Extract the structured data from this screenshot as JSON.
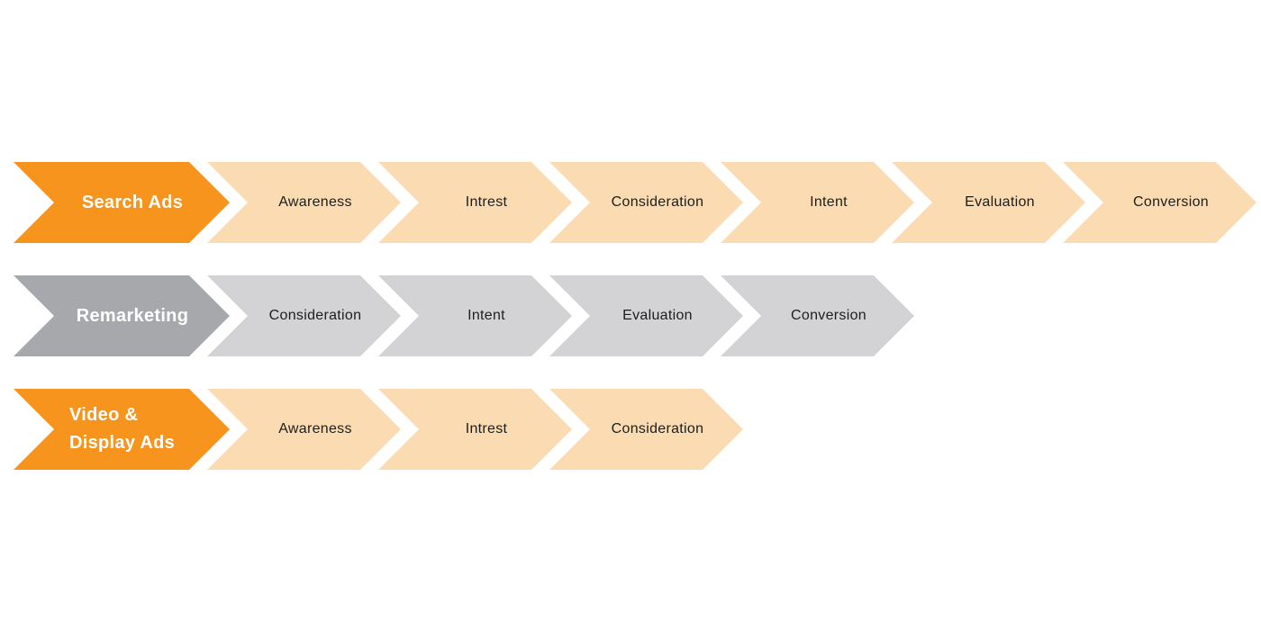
{
  "colors": {
    "orange": "#F6941E",
    "peach": "#FBDBB2",
    "gray_dark": "#A7A8AB",
    "gray_light": "#D3D3D5",
    "label_dark": "#1D1D1B",
    "label_light": "#FFFFFF",
    "background": "#FFFFFF"
  },
  "rows": [
    {
      "lead": {
        "label": "Search Ads",
        "lines": [
          "Search Ads"
        ]
      },
      "theme": "orange",
      "segments": [
        "Awareness",
        "Intrest",
        "Consideration",
        "Intent",
        "Evaluation",
        "Conversion"
      ]
    },
    {
      "lead": {
        "label": "Remarketing",
        "lines": [
          "Remarketing"
        ]
      },
      "theme": "gray",
      "segments": [
        "Consideration",
        "Intent",
        "Evaluation",
        "Conversion"
      ]
    },
    {
      "lead": {
        "label": "Video & Display Ads",
        "lines": [
          "Video &",
          "Display Ads"
        ]
      },
      "theme": "orange",
      "segments": [
        "Awareness",
        "Intrest",
        "Consideration"
      ]
    }
  ]
}
